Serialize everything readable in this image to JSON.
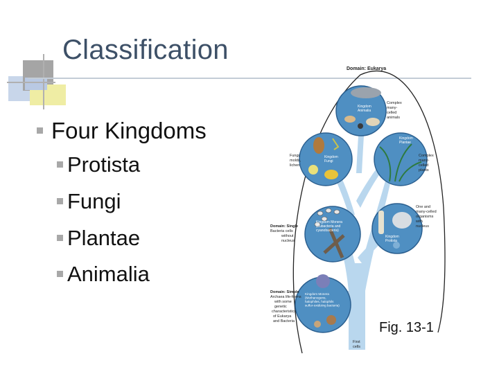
{
  "slide": {
    "title": "Classification",
    "bullet": "Four Kingdoms",
    "sub_bullets": [
      "Protista",
      "Fungi",
      "Plantae",
      "Animalia"
    ]
  },
  "figure": {
    "domain_eukarya": "Domain: Eukarya",
    "kingdom_animalia": [
      "Kingdom",
      "Animalia"
    ],
    "kingdom_plantae": [
      "Kingdom",
      "Plantae"
    ],
    "kingdom_fungi": [
      "Kingdom",
      "Fungi"
    ],
    "kingdom_protista": [
      "Kingdom",
      "Protista"
    ],
    "kingdom_monera_bacteria": [
      "Kingdom Monera",
      "(Eubacteria and",
      "cyanobacteria)"
    ],
    "kingdom_monera_archaea": [
      "Kingdom Monera",
      "(Methanogens,",
      "halophiles, halophils",
      "sulfur-oxidizing bacteria)"
    ],
    "note_animals": [
      "Complex",
      "many-",
      "celled",
      "animals"
    ],
    "note_plants": [
      "Complex",
      "many-",
      "celled",
      "plants"
    ],
    "note_fungi": [
      "Fungi,",
      "molds,",
      "lichen"
    ],
    "note_protista": [
      "One and",
      "many-celled",
      "organisms",
      "with",
      "nucleus"
    ],
    "note_bacteria": [
      "Domain: Single",
      "Bacteria cells",
      "without",
      "nucleus"
    ],
    "note_archaea": [
      "Domain: Simple",
      "Archaea life-forms",
      "with some",
      "genetic",
      "characteristics",
      "of Eukarya",
      "and Bacteria"
    ],
    "first_cells": [
      "First",
      "cells"
    ],
    "caption": "Fig. 13-1"
  },
  "colors": {
    "title": "#3d5067",
    "bullet_square": "#a8a8a8",
    "circle_fill": "#4f8fc2",
    "circle_edge": "#2b5f8f",
    "tree_fill": "#b9d7ee",
    "deco_blue": "#7f9dc8",
    "deco_yellow": "#e9e44f"
  }
}
